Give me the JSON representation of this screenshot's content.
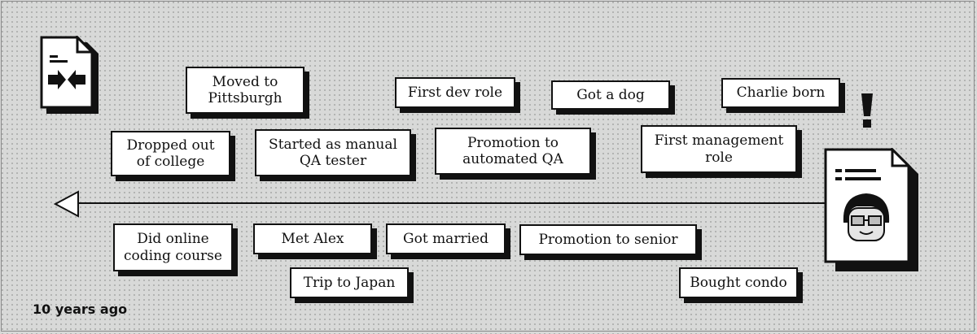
{
  "timeline": {
    "start_label": "10 years ago",
    "events": [
      {
        "id": "moved-to-pittsburgh",
        "label": "Moved to\nPittsburgh"
      },
      {
        "id": "first-dev-role",
        "label": "First dev role"
      },
      {
        "id": "got-a-dog",
        "label": "Got a dog"
      },
      {
        "id": "charlie-born",
        "label": "Charlie born"
      },
      {
        "id": "dropped-out-of-college",
        "label": "Dropped out\nof college"
      },
      {
        "id": "started-as-manual-qa-tester",
        "label": "Started as manual\nQA tester"
      },
      {
        "id": "promotion-to-automated-qa",
        "label": "Promotion to\nautomated QA"
      },
      {
        "id": "first-management-role",
        "label": "First management\nrole"
      },
      {
        "id": "did-online-coding-course",
        "label": "Did online\ncoding course"
      },
      {
        "id": "met-alex",
        "label": "Met Alex"
      },
      {
        "id": "got-married",
        "label": "Got married"
      },
      {
        "id": "promotion-to-senior",
        "label": "Promotion to senior"
      },
      {
        "id": "trip-to-japan",
        "label": "Trip to Japan"
      },
      {
        "id": "bought-condo",
        "label": "Bought condo"
      }
    ]
  },
  "icons": {
    "start": "document-swap-icon",
    "end": "profile-document-icon",
    "alert": "exclamation-icon",
    "arrow": "arrow-left-icon"
  },
  "colors": {
    "background": "#d8d9d8",
    "card": "#ffffff",
    "ink": "#111111"
  }
}
